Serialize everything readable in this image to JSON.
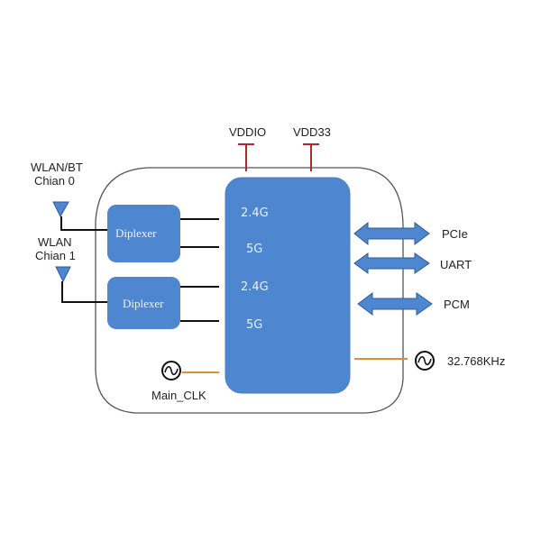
{
  "colors": {
    "block_fill": "#4f86d0",
    "block_stroke": "#4a7fc6",
    "power_line": "#b3262e",
    "clock_line": "#e58a3a",
    "wire": "#111111",
    "outline": "#555555"
  },
  "antennas": [
    {
      "label_line1": "WLAN/BT",
      "label_line2": "Chian 0",
      "icon": "antenna-icon"
    },
    {
      "label_line1": "WLAN",
      "label_line2": "Chian 1",
      "icon": "antenna-icon"
    }
  ],
  "diplexers": [
    {
      "label": "Diplexer"
    },
    {
      "label": "Diplexer"
    }
  ],
  "chip": {
    "ports": [
      "2.4G",
      "5G",
      "2.4G",
      "5G"
    ]
  },
  "power": [
    {
      "label": "VDDIO"
    },
    {
      "label": "VDD33"
    }
  ],
  "interfaces": [
    {
      "label": "PCIe",
      "icon": "double-arrow-icon"
    },
    {
      "label": "UART",
      "icon": "double-arrow-icon"
    },
    {
      "label": "PCM",
      "icon": "double-arrow-icon"
    }
  ],
  "clocks": {
    "main": {
      "label": "Main_CLK",
      "icon": "oscillator-icon"
    },
    "rtc": {
      "label": "32.768KHz",
      "icon": "oscillator-icon"
    }
  }
}
